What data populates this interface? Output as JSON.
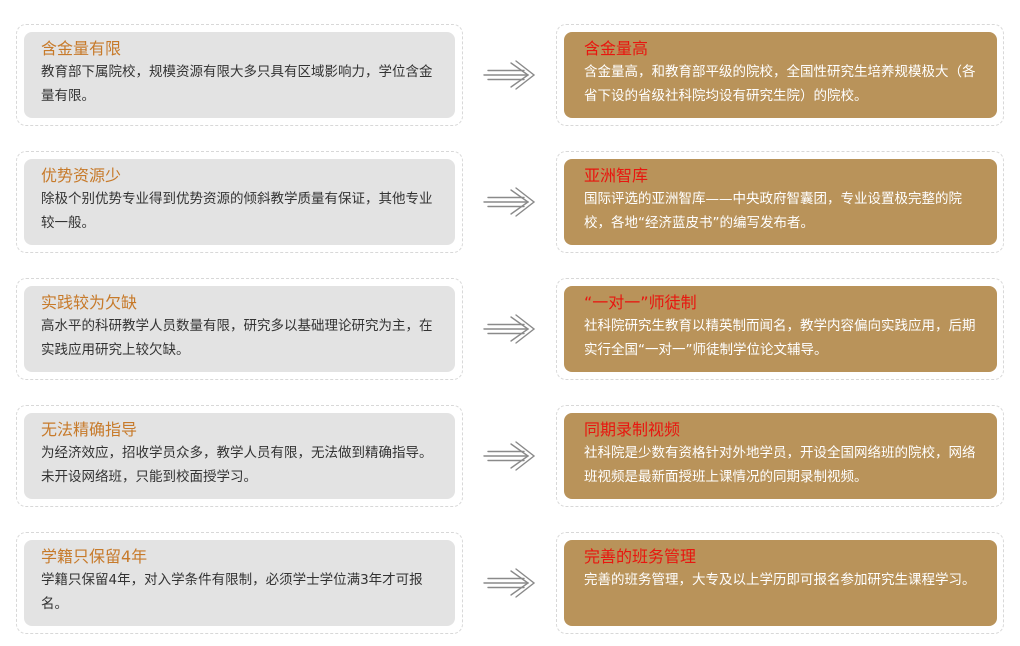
{
  "rows": [
    {
      "left": {
        "title": "含金量有限",
        "desc": "教育部下属院校，规模资源有限大多只具有区域影响力，学位含金量有限。"
      },
      "right": {
        "title": "含金量高",
        "desc": "含金量高，和教育部平级的院校，全国性研究生培养规模极大（各省下设的省级社科院均设有研究生院）的院校。"
      }
    },
    {
      "left": {
        "title": "优势资源少",
        "desc": "除极个别优势专业得到优势资源的倾斜教学质量有保证，其他专业较一般。"
      },
      "right": {
        "title": "亚洲智库",
        "desc": "国际评选的亚洲智库——中央政府智囊团，专业设置极完整的院校，各地“经济蓝皮书”的编写发布者。"
      }
    },
    {
      "left": {
        "title": "实践较为欠缺",
        "desc": "高水平的科研教学人员数量有限，研究多以基础理论研究为主，在实践应用研究上较欠缺。"
      },
      "right": {
        "title": "“一对一”师徒制",
        "desc": "社科院研究生教育以精英制而闻名，教学内容偏向实践应用，后期实行全国“一对一”师徒制学位论文辅导。"
      }
    },
    {
      "left": {
        "title": "无法精确指导",
        "desc": "为经济效应，招收学员众多，教学人员有限，无法做到精确指导。未开设网络班，只能到校面授学习。"
      },
      "right": {
        "title": "同期录制视频",
        "desc": "社科院是少数有资格针对外地学员，开设全国网络班的院校，网络班视频是最新面授班上课情况的同期录制视频。"
      }
    },
    {
      "left": {
        "title": "学籍只保留4年",
        "desc": "学籍只保留4年，对入学条件有限制，必须学士学位满3年才可报名。"
      },
      "right": {
        "title": "完善的班务管理",
        "desc": "完善的班务管理，大专及以上学历即可报名参加研究生课程学习。"
      }
    }
  ]
}
